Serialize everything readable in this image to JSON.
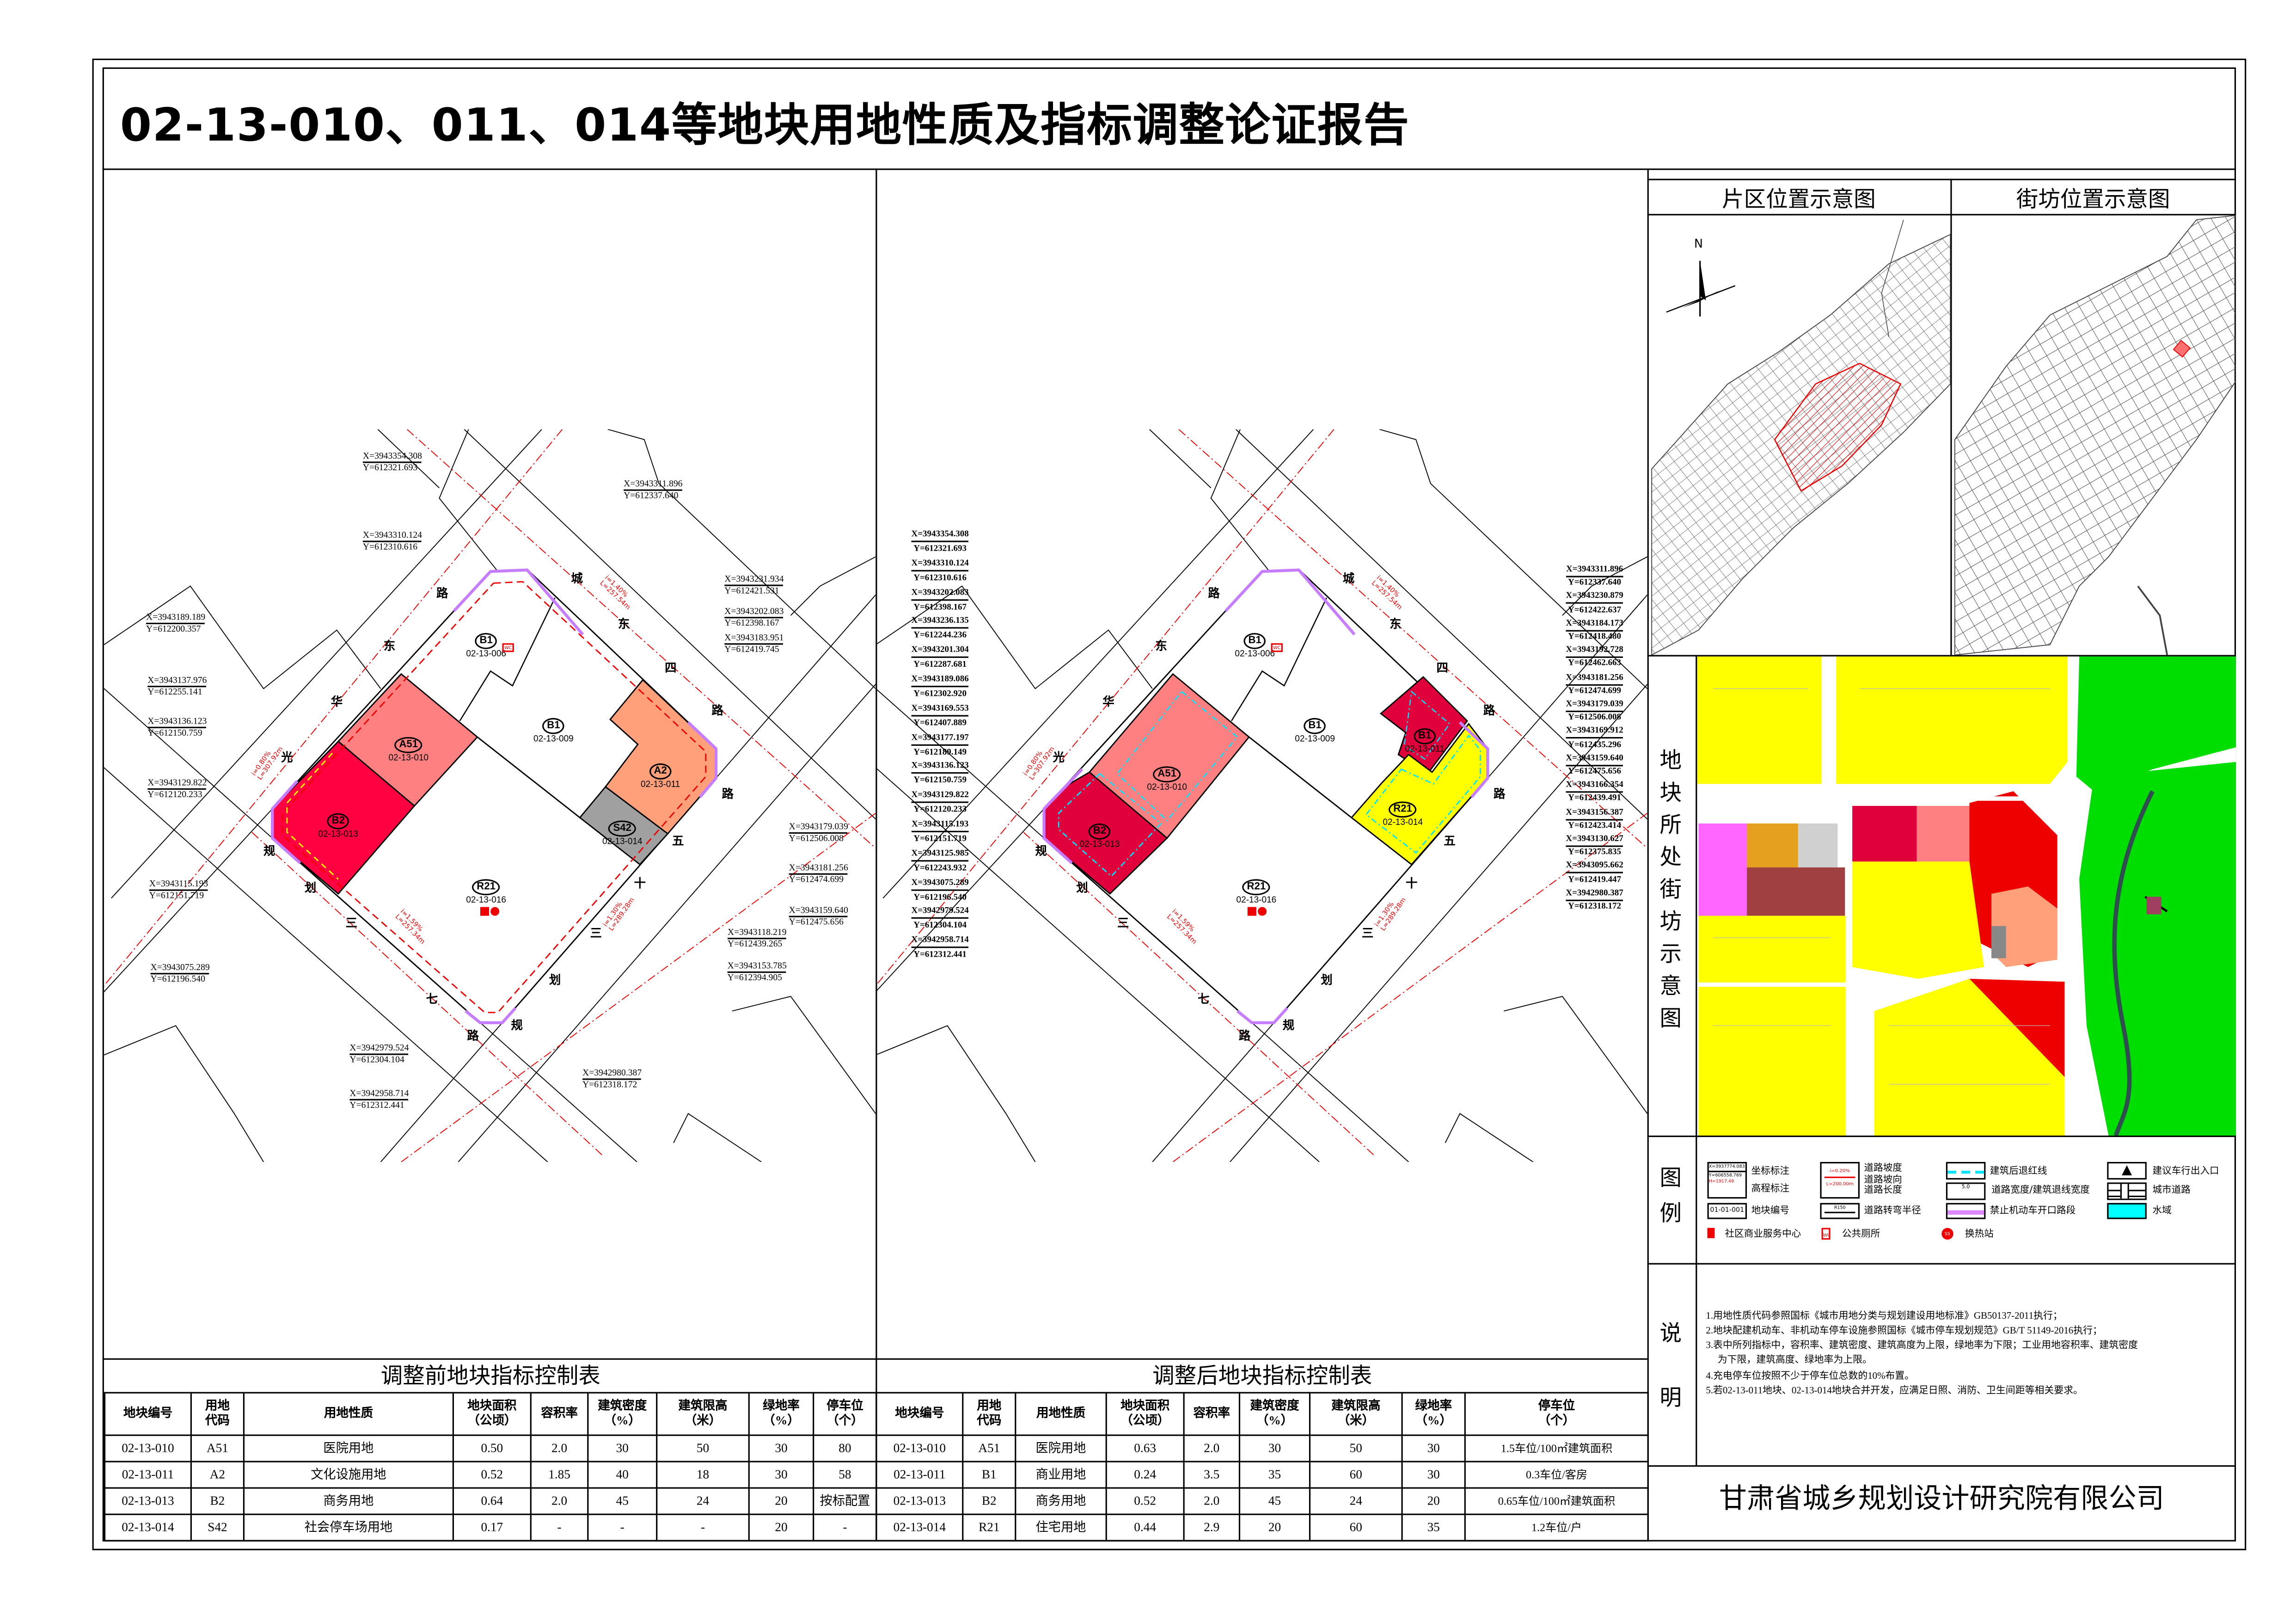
{
  "title": "02-13-010、011、014等地块用地性质及指标调整论证报告",
  "colors": {
    "A51": "#ff8080",
    "B2": "#ff0040",
    "A2": "#ffa07a",
    "S42": "#a0a0a0",
    "B1_after": "#e0003c",
    "R21_after": "#ffff00",
    "restricted": "#cc80ff",
    "setback": "#00e5ff",
    "water": "#00ffff"
  },
  "before_table": {
    "title": "调整前地块指标控制表",
    "headers": [
      "地块编号",
      "用地\n代码",
      "用地性质",
      "地块面积\n（公顷）",
      "容积率",
      "建筑密度\n（%）",
      "建筑限高\n（米）",
      "绿地率\n（%）",
      "停车位\n（个）"
    ],
    "rows": [
      [
        "02-13-010",
        "A51",
        "医院用地",
        "0.50",
        "2.0",
        "30",
        "50",
        "30",
        "80"
      ],
      [
        "02-13-011",
        "A2",
        "文化设施用地",
        "0.52",
        "1.85",
        "40",
        "18",
        "30",
        "58"
      ],
      [
        "02-13-013",
        "B2",
        "商务用地",
        "0.64",
        "2.0",
        "45",
        "24",
        "20",
        "按标配置"
      ],
      [
        "02-13-014",
        "S42",
        "社会停车场用地",
        "0.17",
        "-",
        "-",
        "-",
        "20",
        "-"
      ]
    ]
  },
  "after_table": {
    "title": "调整后地块指标控制表",
    "headers": [
      "地块编号",
      "用地\n代码",
      "用地性质",
      "地块面积\n（公顷）",
      "容积率",
      "建筑密度\n（%）",
      "建筑限高\n（米）",
      "绿地率\n（%）",
      "停车位\n（个）"
    ],
    "rows": [
      [
        "02-13-010",
        "A51",
        "医院用地",
        "0.63",
        "2.0",
        "30",
        "50",
        "30",
        "1.5车位/100㎡建筑面积"
      ],
      [
        "02-13-011",
        "B1",
        "商业用地",
        "0.24",
        "3.5",
        "35",
        "60",
        "30",
        "0.3车位/客房"
      ],
      [
        "02-13-013",
        "B2",
        "商务用地",
        "0.52",
        "2.0",
        "45",
        "24",
        "20",
        "0.65车位/100㎡建筑面积"
      ],
      [
        "02-13-014",
        "R21",
        "住宅用地",
        "0.44",
        "2.9",
        "20",
        "60",
        "35",
        "1.2车位/户"
      ]
    ]
  },
  "side": {
    "district_map_title": "片区位置示意图",
    "block_map_title": "街坊位置示意图",
    "street_map_label": "地块所处街坊示意图",
    "legend_label": "图例",
    "notes_label": "说明",
    "north": "N",
    "company": "甘肃省城乡规划设计研究院有限公司"
  },
  "legend": {
    "coord_sample_x": "X=3937774.083",
    "coord_sample_y": "Y=606558.769",
    "coord_sample_h": "H=1917.49",
    "coord_label": "坐标标注",
    "elev_label": "高程标注",
    "slope_sample_i": "i=0.20%",
    "slope_sample_l": "L=200.00m",
    "slope_label": "道路坡度",
    "slope_dir_label": "道路坡向",
    "road_len_label": "道路长度",
    "setback_label": "建筑后退红线",
    "entrance_label": "建议车行出入口",
    "width_sample": "5.0",
    "width_label": "道路宽度/建筑退线宽度",
    "city_road_label": "城市道路",
    "parcel_sample": "01-01-001",
    "parcel_label": "地块编号",
    "radius_sample": "R150",
    "radius_label": "道路转弯半径",
    "no_opening_label": "禁止机动车开口路段",
    "water_label": "水域",
    "commerce_label": "社区商业服务中心",
    "wc_sample": "WC",
    "wc_label": "公共厕所",
    "ss_sample": "SS",
    "heat_label": "换热站"
  },
  "notes": [
    "1.用地性质代码参照国标《城市用地分类与规划建设用地标准》GB50137-2011执行；",
    "2.地块配建机动车、非机动车停车设施参照国标《城市停车规划规范》GB/T 51149-2016执行；",
    "3.表中所列指标中，容积率、建筑密度、建筑高度为上限，绿地率为下限；工业用地容积率、建筑密度",
    "为下限，建筑高度、绿地率为上限。",
    "4.充电停车位按照不少于停车位总数的10%布置。",
    "5.若02-13-011地块、02-13-014地块合并开发，应满足日照、消防、卫生间距等相关要求。"
  ],
  "left_map": {
    "parcels": [
      {
        "code": "B1",
        "id": "02-13-006"
      },
      {
        "code": "B1",
        "id": "02-13-009"
      },
      {
        "code": "A51",
        "id": "02-13-010"
      },
      {
        "code": "A2",
        "id": "02-13-011"
      },
      {
        "code": "B2",
        "id": "02-13-013"
      },
      {
        "code": "S42",
        "id": "02-13-014"
      },
      {
        "code": "R21",
        "id": "02-13-016"
      }
    ],
    "coords": [
      {
        "x": "X=3943354.308",
        "y": "Y=612321.693"
      },
      {
        "x": "X=3943311.896",
        "y": "Y=612337.640"
      },
      {
        "x": "X=3943310.124",
        "y": "Y=612310.616"
      },
      {
        "x": "X=3943231.934",
        "y": "Y=612421.531"
      },
      {
        "x": "X=3943202.083",
        "y": "Y=612398.167"
      },
      {
        "x": "X=3943183.951",
        "y": "Y=612419.745"
      },
      {
        "x": "X=3943189.189",
        "y": "Y=612200.357"
      },
      {
        "x": "X=3943137.976",
        "y": "Y=612255.141"
      },
      {
        "x": "X=3943136.123",
        "y": "Y=612150.759"
      },
      {
        "x": "X=3943129.822",
        "y": "Y=612120.233"
      },
      {
        "x": "X=3943179.039",
        "y": "Y=612506.008"
      },
      {
        "x": "X=3943181.256",
        "y": "Y=612474.699"
      },
      {
        "x": "X=3943159.640",
        "y": "Y=612475.656"
      },
      {
        "x": "X=3943118.219",
        "y": "Y=612439.265"
      },
      {
        "x": "X=3943153.785",
        "y": "Y=612394.905"
      },
      {
        "x": "X=3943115.193",
        "y": "Y=612151.719"
      },
      {
        "x": "X=3943075.289",
        "y": "Y=612196.540"
      },
      {
        "x": "X=3942979.524",
        "y": "Y=612304.104"
      },
      {
        "x": "X=3942958.714",
        "y": "Y=612312.441"
      },
      {
        "x": "X=3942980.387",
        "y": "Y=612318.172"
      }
    ],
    "slopes": [
      "i=1.40%\nL=257.54m",
      "i=0.80%\nL=307.92m",
      "i=1.59%\nL=257.34m",
      "i=1.30%\nL=289.28m"
    ]
  },
  "right_map": {
    "parcels": [
      {
        "code": "B1",
        "id": "02-13-006"
      },
      {
        "code": "B1",
        "id": "02-13-009"
      },
      {
        "code": "A51",
        "id": "02-13-010"
      },
      {
        "code": "B1",
        "id": "02-13-011"
      },
      {
        "code": "B2",
        "id": "02-13-013"
      },
      {
        "code": "R21",
        "id": "02-13-014"
      },
      {
        "code": "R21",
        "id": "02-13-016"
      }
    ],
    "coords_left": [
      "X=3943354.308",
      "Y=612321.693",
      "X=3943310.124",
      "Y=612310.616",
      "X=3943202.083",
      "Y=612398.167",
      "X=3943236.135",
      "Y=612244.236",
      "X=3943201.304",
      "Y=612287.681",
      "X=3943189.086",
      "Y=612302.920",
      "X=3943169.553",
      "Y=612407.889",
      "X=3943177.197",
      "Y=612189.149",
      "X=3943136.123",
      "Y=612150.759",
      "X=3943129.822",
      "Y=612120.233",
      "X=3943115.193",
      "Y=612151.719",
      "X=3943125.985",
      "Y=612243.932",
      "X=3943075.289",
      "Y=612196.540",
      "X=3942979.524",
      "Y=612304.104",
      "X=3942958.714",
      "Y=612312.441"
    ],
    "coords_right": [
      "X=3943311.896",
      "Y=612337.640",
      "X=3943230.879",
      "Y=612422.637",
      "X=3943184.173",
      "Y=612418.480",
      "X=3943192.728",
      "Y=612462.663",
      "X=3943181.256",
      "Y=612474.699",
      "X=3943179.039",
      "Y=612506.008",
      "X=3943169.912",
      "Y=612435.296",
      "X=3943159.640",
      "Y=612475.656",
      "X=3943166.354",
      "Y=612439.491",
      "X=3943156.387",
      "Y=612423.414",
      "X=3943130.627",
      "Y=612375.835",
      "X=3943095.662",
      "Y=612419.447",
      "X=3942980.387",
      "Y=612318.172"
    ]
  },
  "road_labels": [
    "路",
    "东",
    "华",
    "光",
    "城",
    "东",
    "四",
    "路",
    "路",
    "五",
    "十",
    "三",
    "划",
    "规",
    "规",
    "划",
    "三",
    "七",
    "路"
  ],
  "wc_icon_text": "WC"
}
